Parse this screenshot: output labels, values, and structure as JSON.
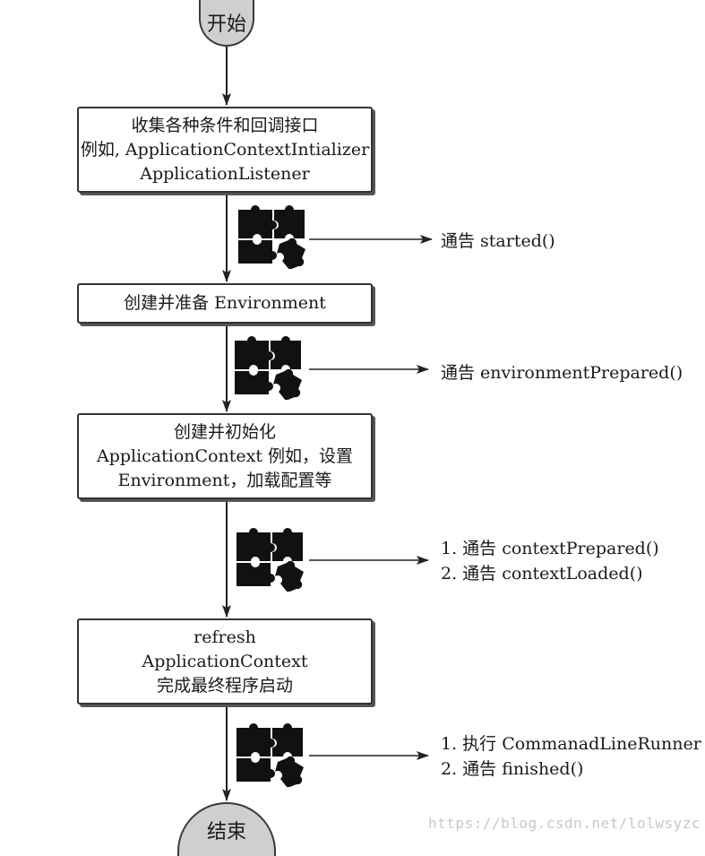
{
  "start_label": "开始",
  "end_label": "结束",
  "steps": [
    {
      "lines": [
        "收集各种条件和回调接口",
        "例如, ApplicationContextIntializer",
        "ApplicationListener"
      ]
    },
    {
      "lines": [
        "创建并准备 Environment"
      ]
    },
    {
      "lines": [
        "创建并初始化",
        "ApplicationContext 例如，设置",
        "Environment，加载配置等"
      ]
    },
    {
      "lines": [
        "refresh",
        "ApplicationContext",
        "完成最终程序启动"
      ]
    }
  ],
  "notifications": [
    {
      "lines": [
        "通告 started()"
      ]
    },
    {
      "lines": [
        "通告 environmentPrepared()"
      ]
    },
    {
      "lines": [
        "1. 通告 contextPrepared()",
        "2. 通告 contextLoaded()"
      ]
    },
    {
      "lines": [
        "1. 执行 CommanadLineRunner",
        "2. 通告 finished()"
      ]
    }
  ],
  "icons": [
    "puzzle-icon"
  ],
  "watermark": "https://blog.csdn.net/lolwsyzc"
}
